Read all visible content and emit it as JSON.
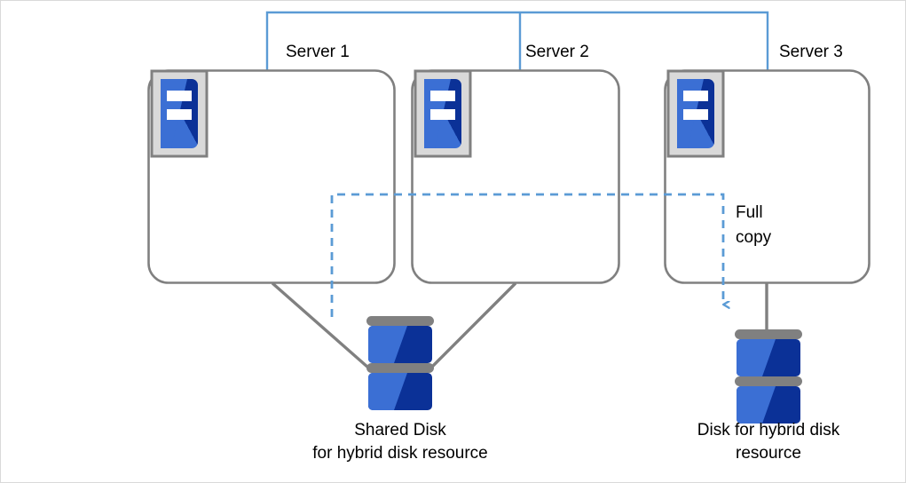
{
  "diagram": {
    "title_present": false,
    "colors": {
      "network_line": "#5b9bd5",
      "dashed_line": "#5b9bd5",
      "box_stroke": "#808080",
      "connector": "#808080",
      "icon_frame": "#d9d9d9",
      "icon_frame_border": "#808080",
      "icon_blue_light": "#3b6fd4",
      "icon_blue_dark": "#0b3197",
      "disk_cap": "#808080",
      "page_border": "#d9d9d9",
      "text": "#000000"
    },
    "servers": [
      {
        "label": "Server 1",
        "icon": "server-icon"
      },
      {
        "label": "Server 2",
        "icon": "server-icon"
      },
      {
        "label": "Server 3",
        "icon": "server-icon"
      }
    ],
    "annotations": {
      "full_copy_line1": "Full",
      "full_copy_line2": "copy"
    },
    "disks": [
      {
        "name": "shared-disk",
        "caption_line1": "Shared Disk",
        "caption_line2": "for hybrid disk resource",
        "icon": "disk-icon"
      },
      {
        "name": "hybrid-disk",
        "caption_line1": "Disk for hybrid disk",
        "caption_line2": "resource",
        "icon": "disk-icon"
      }
    ]
  }
}
